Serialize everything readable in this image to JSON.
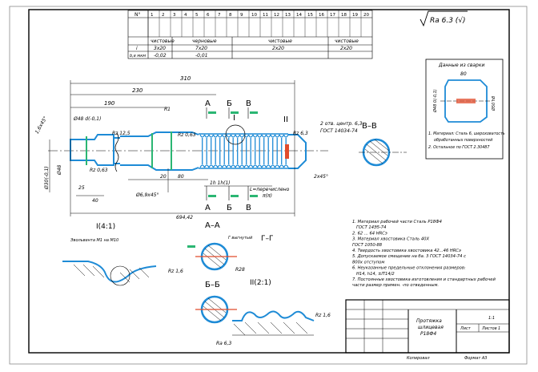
{
  "surface_finish": "Ra 6.3 (√)",
  "param_table": {
    "header_mark": "N°",
    "columns": [
      "1",
      "2",
      "3",
      "4",
      "5",
      "6",
      "7",
      "8",
      "9",
      "10",
      "11",
      "12",
      "13",
      "14",
      "15",
      "16",
      "17",
      "18",
      "19",
      "20"
    ],
    "sections": [
      "чистовые",
      "черновые",
      "чистовые",
      "чистовые"
    ],
    "row_label": "i",
    "values": [
      "3x20",
      "7x20",
      "2x20",
      "2x20"
    ],
    "row2_label": "b,e мкм",
    "row2_values": [
      "-0,02",
      "-0,01"
    ]
  },
  "dims": {
    "overall_top": "310",
    "d230": "230",
    "d190": "190",
    "d_collar": "Ø48 d(-0,1)",
    "d80": "80",
    "d20": "20",
    "d25": "25",
    "d40": "40",
    "dHH": "1h 1h(1)",
    "d_thread": "Ø6,9x45°",
    "total_length": "694,42",
    "dim_right": "2x45°",
    "chamfer": "1,6x45°",
    "rz_a": "Rz 12,5",
    "rz_b": "Rz 0,63",
    "rz_c": "Rz 0,63",
    "rz_d": "Rz 6,3",
    "teeth_note": "2 отв. центр. 6,3",
    "gost_centers": "ГОСТ 14034-74",
    "spacing_note": "L=перечислено",
    "spacing_val": "π(π)",
    "left_dim": "Ø30(-0,1)",
    "left_dim2": "Ø48",
    "r_val": "R1"
  },
  "section_marks": {
    "A": "А",
    "B": "Б",
    "V": "В",
    "roman1": "I",
    "roman2": "II",
    "view_vv": "В–В",
    "view_aa": "А–А",
    "view_bb": "Б–Б",
    "view_gg": "Г–Г",
    "g_note": "Г выгнутый",
    "r28": "R28",
    "detail_i": "I(4:1)",
    "detail_ii": "II(2:1)",
    "rz16": "Rz 1,6",
    "ra63": "Ra 6,3",
    "detail_note": "Эвольвента М1 на М10"
  },
  "aux_view": {
    "title": "Данные из сварки",
    "dim_top": "80",
    "dim_left": "Ø48 0(-0,1)",
    "dim_right": "Ø50 h8",
    "notes": [
      "1. Материал: Сталь 6, шероховатость",
      "обработанных поверхностей",
      "2. Остальное по ГОСТ 2.30487"
    ]
  },
  "tech_notes": [
    "1. Материал рабочей части Сталь Р18Ф4",
    "ГОСТ 14Э5-74",
    "2. 62 ... 64 HRCэ",
    "3. Материал хвостовика Сталь 40Х",
    "ГОСТ 1050-88",
    "4. Твердость хвостовика хвостовика 42...46 HRCэ",
    "5. Допускаемое смещение на ба. 3 ГОСТ 14034-74 с",
    "800х отступом",
    "6. Неуказанные предельные отклонения размеров:",
    "Н14, h14, ±IT14/2",
    "7. Постоянные хвостовика изготовления и стандартных рабочей",
    "части размер примен. -по отведенным."
  ],
  "title_block": {
    "name_line1": "Протяжка",
    "name_line2": "шлицевая",
    "name_line3": "Р18Ф4",
    "sheet_label": "Лист",
    "sheets_label": "Листов",
    "sheet_no": "1",
    "scale": "1:1",
    "copied": "Копировал",
    "format": "Формат А3"
  }
}
